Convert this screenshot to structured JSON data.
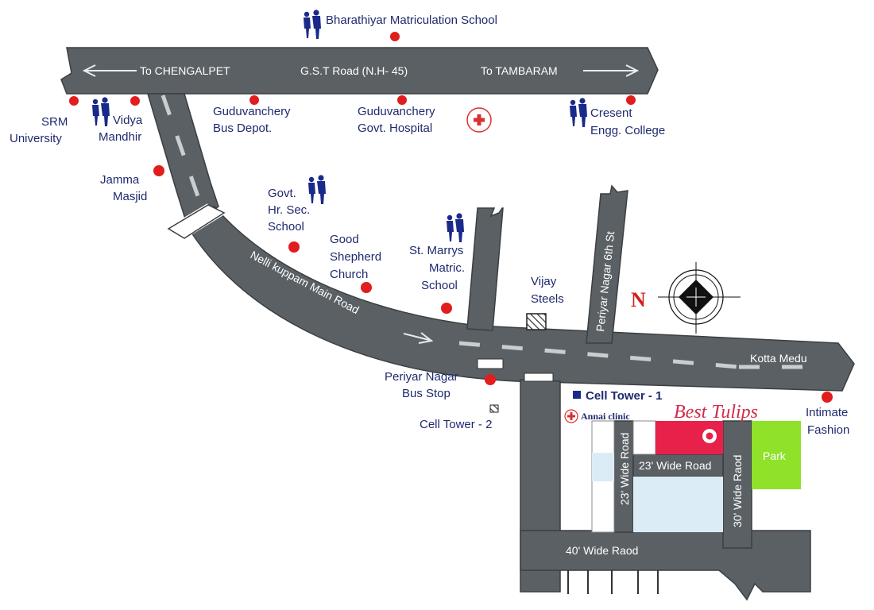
{
  "colors": {
    "road": "#5a6064",
    "label": "#1f2a6e",
    "poi_marker": "#e11d1d",
    "park": "#8fe12a",
    "best_tulips_plot": "#e8214a",
    "light_block": "#dcecf7",
    "compass_letter": "#d21f1f",
    "people_icon": "#1a2a8a"
  },
  "roads": {
    "gst_road": "G.S.T  Road (N.H- 45)",
    "to_chengalpet": "To CHENGALPET",
    "to_tambaram": "To TAMBARAM",
    "nelli_kuppam": "Nelli kuppam Main Road",
    "periyar_6th": "Periyar Nagar 6th St",
    "kotta_medu": "Kotta Medu",
    "wide_23_h": "23' Wide Road",
    "wide_23_v": "23' Wide Road",
    "wide_30": "30' Wide Raod",
    "wide_40": "40' Wide Raod"
  },
  "places": {
    "bharathiyar": "Bharathiyar Matriculation School",
    "srm": [
      "SRM",
      "University"
    ],
    "vidya": [
      "Vidya",
      "Mandhir"
    ],
    "bus_depot": [
      "Guduvanchery",
      "Bus Depot."
    ],
    "hospital": [
      "Guduvanchery",
      "Govt. Hospital"
    ],
    "cresent": [
      "Cresent",
      "Engg. College"
    ],
    "jamma": [
      "Jamma",
      "Masjid"
    ],
    "govt_school": [
      "Govt.",
      "Hr. Sec.",
      "School"
    ],
    "good_shepherd": [
      "Good",
      "Shepherd",
      "Church"
    ],
    "st_marrys": [
      "St. Marrys",
      "Matric.",
      "School"
    ],
    "vijay": [
      "Vijay",
      "Steels"
    ],
    "periyar_bus": [
      "Periyar Nagar",
      "Bus Stop"
    ],
    "cell_tower_1": "Cell Tower - 1",
    "cell_tower_2": "Cell Tower - 2",
    "annai_clinic": "Annai clinic",
    "best_tulips": "Best Tulips",
    "intimate": [
      "Intimate",
      "Fashion"
    ],
    "park": "Park"
  },
  "compass": {
    "north_label": "N"
  },
  "icons": {
    "people": "people-icon",
    "hospital": "hospital-cross-icon",
    "compass": "compass-icon",
    "cell_tower": "cell-tower-icon",
    "poi": "location-dot-icon"
  }
}
